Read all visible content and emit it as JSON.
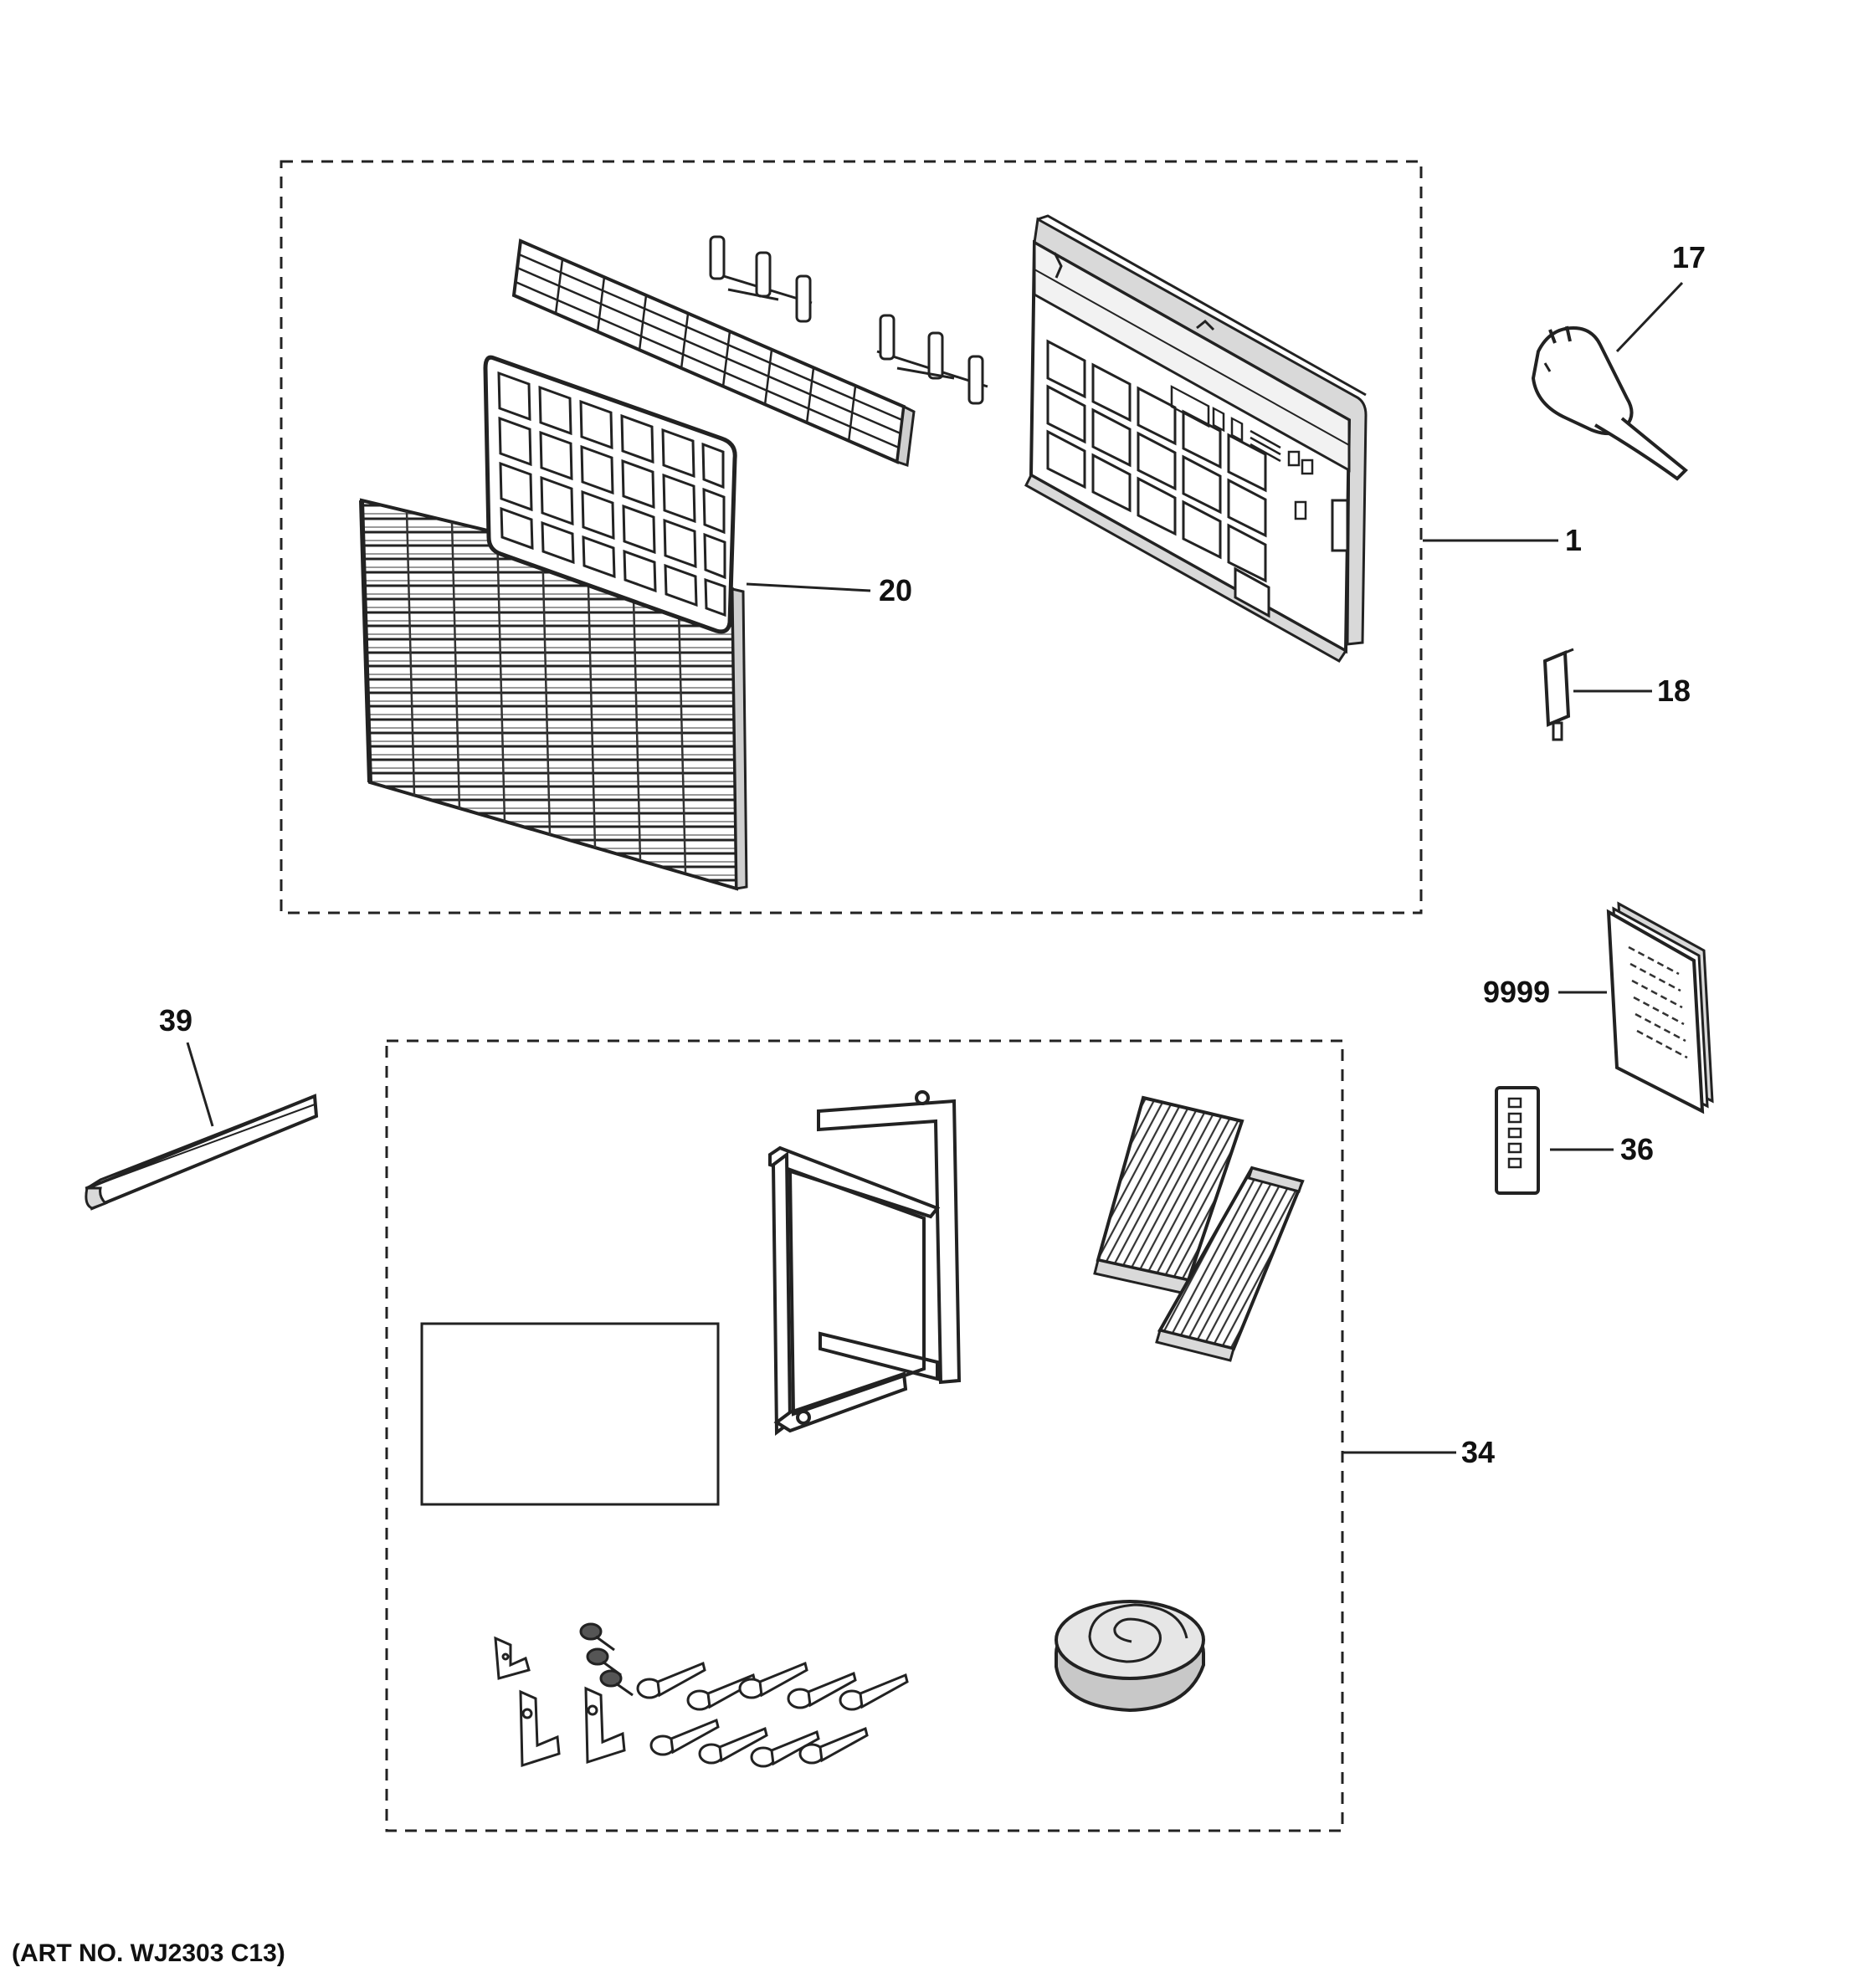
{
  "colors": {
    "line": "#222222",
    "paper": "#ffffff",
    "shade": "#d9d9d9",
    "accent_gray": "#bbbbbb"
  },
  "callouts": {
    "c1": "1",
    "c17": "17",
    "c18": "18",
    "c20": "20",
    "c34": "34",
    "c36": "36",
    "c39": "39",
    "c9999": "9999"
  },
  "art_number": "(ART NO. WJ2303 C13)"
}
